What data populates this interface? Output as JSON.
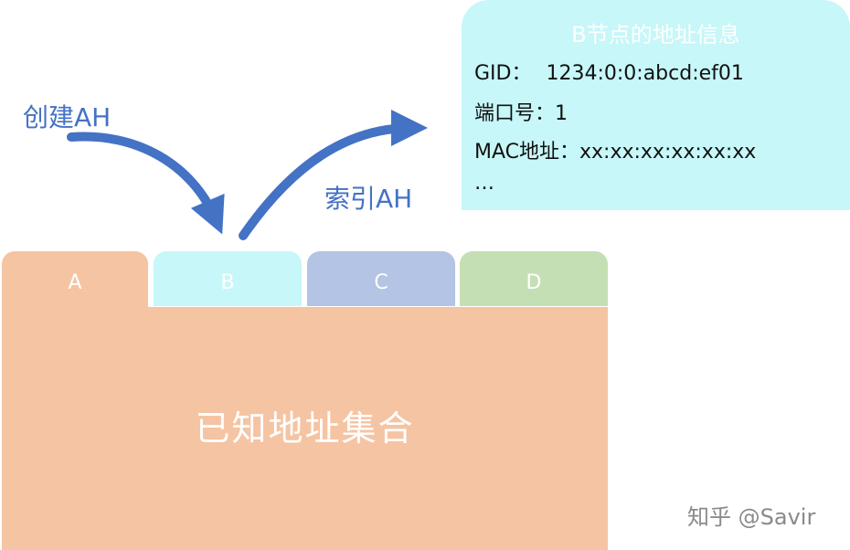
{
  "tabs": [
    {
      "label": "A",
      "color": "#f5c4a3"
    },
    {
      "label": "B",
      "color": "#c7f7f8"
    },
    {
      "label": "C",
      "color": "#b3c4e4"
    },
    {
      "label": "D",
      "color": "#c5dfb4"
    }
  ],
  "main_label": "已知地址集合",
  "info": {
    "title": "B节点的地址信息",
    "gid_key": "GID：",
    "gid_value": "1234:0:0:abcd:ef01",
    "port_line": "端口号：1",
    "mac_line": "MAC地址：xx:xx:xx:xx:xx:xx",
    "ellipsis": "…"
  },
  "labels": {
    "create": "创建AH",
    "index": "索引AH"
  },
  "watermark": "知乎 @Savir",
  "colors": {
    "arrow": "#4472c4",
    "label": "#4472c4"
  }
}
